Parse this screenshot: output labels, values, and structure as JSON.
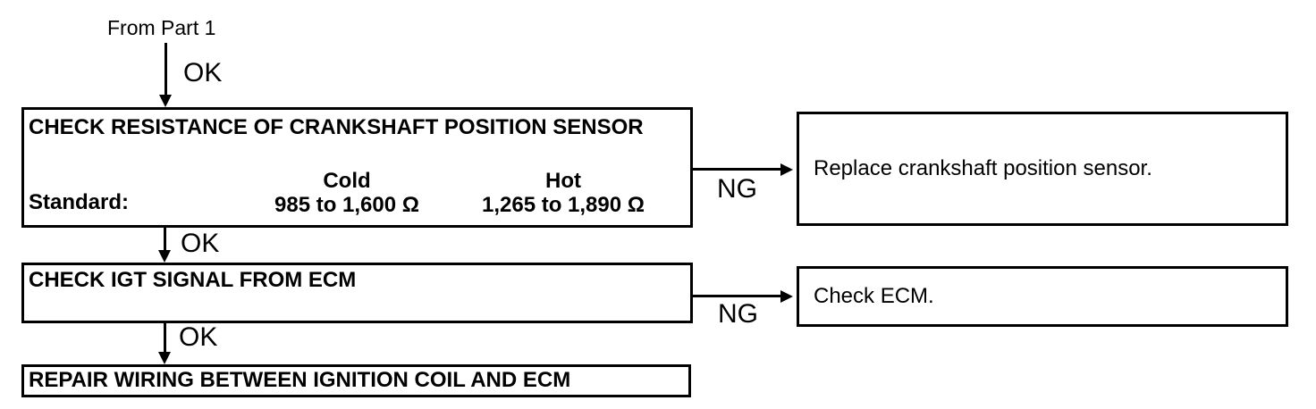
{
  "page": {
    "background_color": "#ffffff",
    "line_color": "#000000",
    "text_color": "#000000"
  },
  "flow": {
    "entry": {
      "label": "From Part 1",
      "ok": "OK"
    },
    "steps": [
      {
        "title": "CHECK RESISTANCE OF CRANKSHAFT POSITION SENSOR",
        "standard": {
          "label": "Standard:",
          "columns": [
            {
              "header": "Cold",
              "value": "985 to 1,600 Ω"
            },
            {
              "header": "Hot",
              "value": "1,265 to 1,890 Ω"
            }
          ]
        },
        "ok": "OK",
        "ng": "NG",
        "ng_action": "Replace crankshaft position sensor."
      },
      {
        "title": "CHECK IGT SIGNAL FROM ECM",
        "ok": "OK",
        "ng": "NG",
        "ng_action": "Check ECM."
      },
      {
        "title": "REPAIR WIRING BETWEEN IGNITION COIL AND ECM"
      }
    ]
  }
}
